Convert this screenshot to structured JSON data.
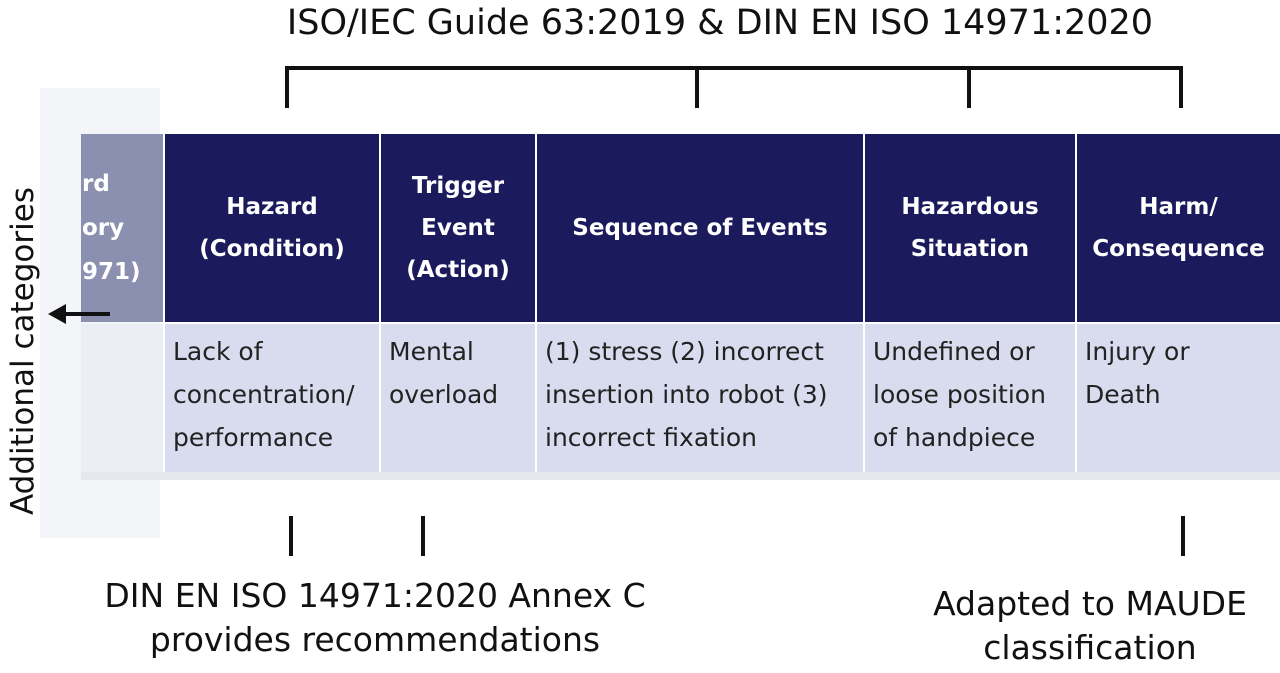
{
  "top_label": "ISO/IEC Guide 63:2019 & DIN EN ISO 14971:2020",
  "side_label": "Additional categories",
  "table": {
    "partial_header": [
      "rd",
      "ory",
      "971)"
    ],
    "partial_cell": "",
    "headers": [
      [
        "Hazard",
        "(Condition)"
      ],
      [
        "Trigger",
        "Event",
        "(Action)"
      ],
      [
        "Sequence of Events"
      ],
      [
        "Hazardous",
        "Situation"
      ],
      [
        "Harm/",
        "Consequence"
      ]
    ],
    "row": [
      "Lack of\nconcentration/\nperformance",
      "Mental\noverload",
      "(1) stress (2) incorrect\ninsertion into robot (3)\nincorrect fixation",
      "Undefined or\nloose position\nof handpiece",
      "Injury or\nDeath"
    ]
  },
  "bottom_left_note": [
    "DIN EN ISO 14971:2020 Annex C",
    "provides recommendations"
  ],
  "bottom_right_note": [
    "Adapted to MAUDE",
    "classification"
  ]
}
